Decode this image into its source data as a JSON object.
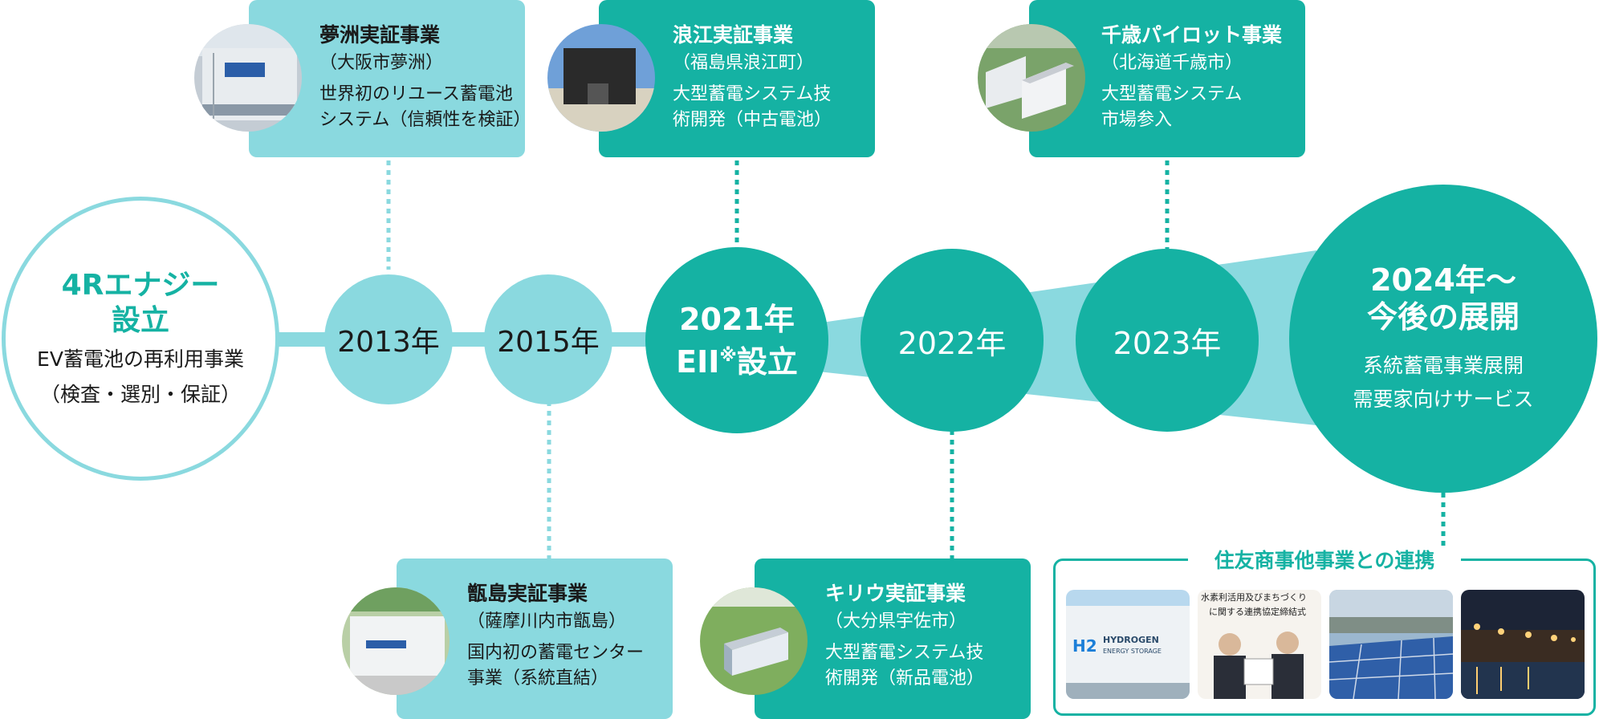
{
  "start": {
    "title_line1": "4Rエナジー",
    "title_line2": "設立",
    "desc_line1": "EV蓄電池の再利用事業",
    "desc_line2": "（検査・選別・保証）"
  },
  "milestones": {
    "y2013": "2013年",
    "y2015": "2015年",
    "y2021_line1": "2021年",
    "y2021_line2": "EII",
    "y2021_mark": "※",
    "y2021_line3": "設立",
    "y2022": "2022年",
    "y2023": "2023年",
    "y2024_line1": "2024年～",
    "y2024_line2": "今後の展開",
    "y2024_sub1": "系統蓄電事業展開",
    "y2024_sub2": "需要家向けサービス"
  },
  "cards": {
    "yumeshima": {
      "title": "夢洲実証事業",
      "location": "（大阪市夢洲）",
      "desc1": "世界初のリユース蓄電池",
      "desc2": "システム（信頼性を検証）"
    },
    "namie": {
      "title": "浪江実証事業",
      "location": "（福島県浪江町）",
      "desc1": "大型蓄電システム技",
      "desc2": "術開発（中古電池）"
    },
    "chitose": {
      "title": "千歳パイロット事業",
      "location": "（北海道千歳市）",
      "desc1": "大型蓄電システム",
      "desc2": "市場参入"
    },
    "koshikishima": {
      "title": "甑島実証事業",
      "location": "（薩摩川内市甑島）",
      "desc1": "国内初の蓄電センター",
      "desc2": "事業（系統直結）"
    },
    "kiriu": {
      "title": "キリウ実証事業",
      "location": "（大分県宇佐市）",
      "desc1": "大型蓄電システム技",
      "desc2": "術開発（新品電池）"
    }
  },
  "partnership": {
    "title": "住友商事他事業との連携",
    "photo2_caption1": "水素利活用及びまちづくり",
    "photo2_caption2": "に関する連携協定締結式",
    "photo1_label1": "HYDROGEN",
    "photo1_label2": "ENERGY STORAGE",
    "photo1_mark": "H2"
  },
  "colors": {
    "teal_dark": "#15b2a3",
    "teal_light": "#8ad9df"
  }
}
